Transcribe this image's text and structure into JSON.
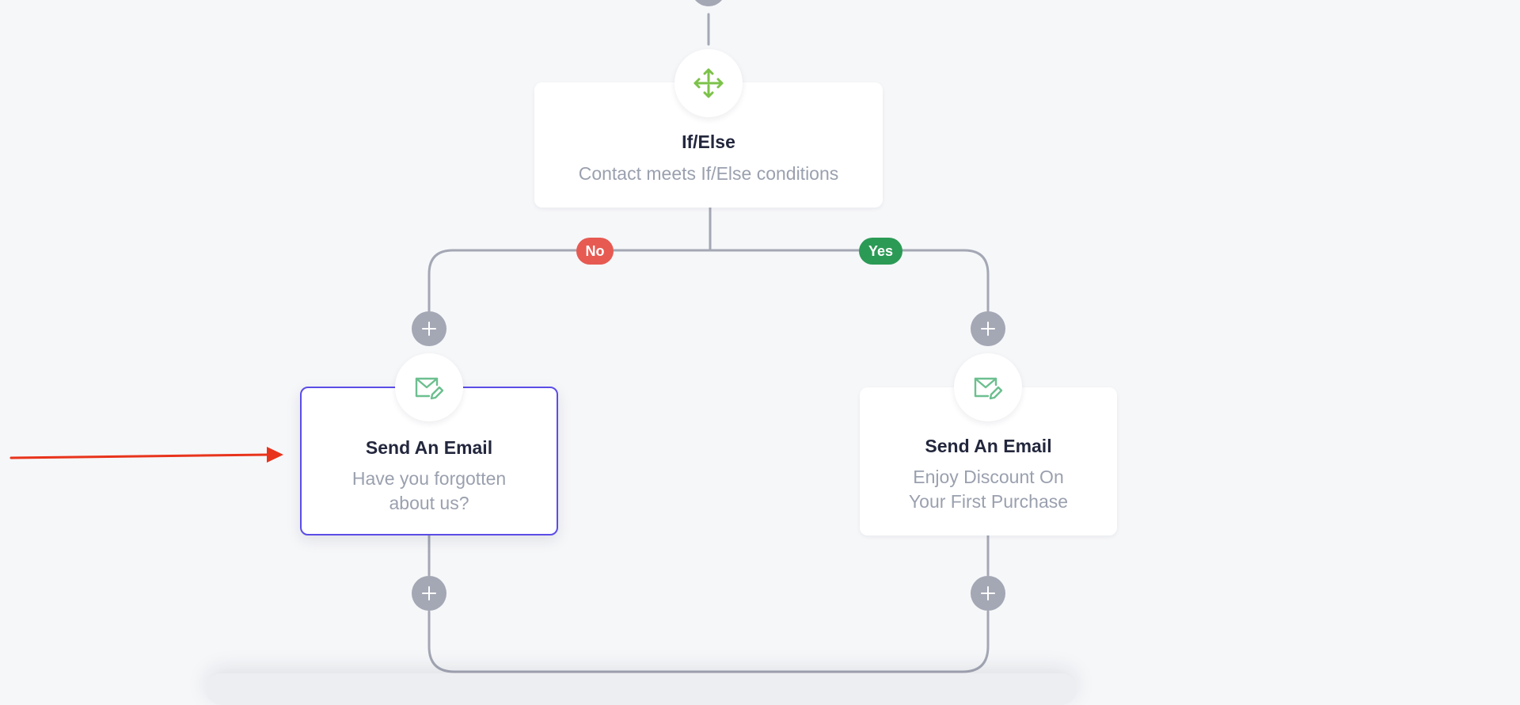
{
  "flow": {
    "condition_node": {
      "title": "If/Else",
      "description": "Contact meets If/Else conditions",
      "icon": "split-arrows-icon",
      "icon_color": "#7cc24a"
    },
    "branches": {
      "no": {
        "label": "No",
        "color": "#e65a52"
      },
      "yes": {
        "label": "Yes",
        "color": "#2b9a55"
      }
    },
    "email_nodes": [
      {
        "title": "Send An Email",
        "description_line1": "Have you forgotten",
        "description_line2": "about us?",
        "selected": true,
        "icon": "email-edit-icon"
      },
      {
        "title": "Send An Email",
        "description_line1": "Enjoy Discount On",
        "description_line2": "Your First Purchase",
        "selected": false,
        "icon": "email-edit-icon"
      }
    ],
    "add_step_icon": "plus-icon"
  },
  "annotation": {
    "arrow_color": "#e8341c",
    "selection_color": "#5b4de6"
  },
  "colors": {
    "canvas_background": "#f6f7f9",
    "connector": "#a4a7b4",
    "email_icon": "#6cbf8f"
  }
}
